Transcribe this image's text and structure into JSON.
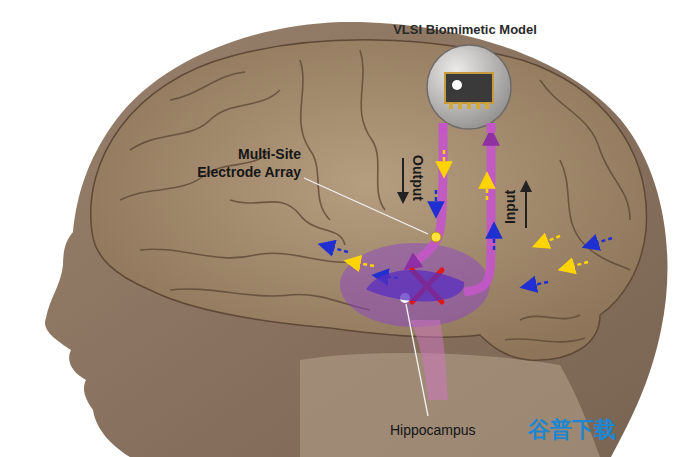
{
  "diagram": {
    "nodes": [
      {
        "text": [
          "VLSI Biomimetic Model"
        ]
      },
      {
        "text": [
          "Hippocampus"
        ]
      }
    ],
    "edges": [
      {
        "from": 0,
        "to": 1,
        "arrow": "to",
        "label": "Output"
      },
      {
        "from": 1,
        "to": 0,
        "arrow": "to",
        "label": "Input"
      }
    ],
    "labels": [
      "Multi-Site Electrode Array",
      "谷普下载"
    ]
  }
}
